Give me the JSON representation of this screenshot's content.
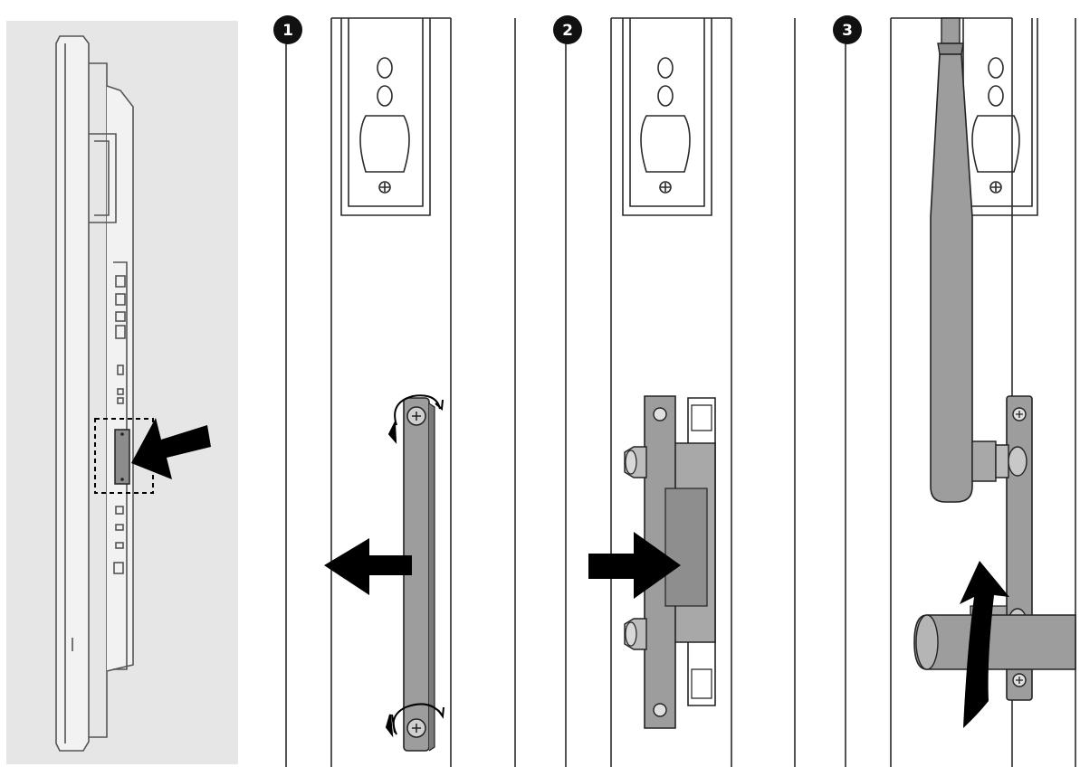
{
  "steps": [
    {
      "badge": "1"
    },
    {
      "badge": "2"
    },
    {
      "badge": "3"
    }
  ],
  "colors": {
    "line": "#2a2a2a",
    "panel_bg": "#e6e6e6",
    "metal": "#9d9d9d",
    "metal_dark": "#7a7a7a",
    "arrow": "#000000",
    "badge": "#111111"
  }
}
